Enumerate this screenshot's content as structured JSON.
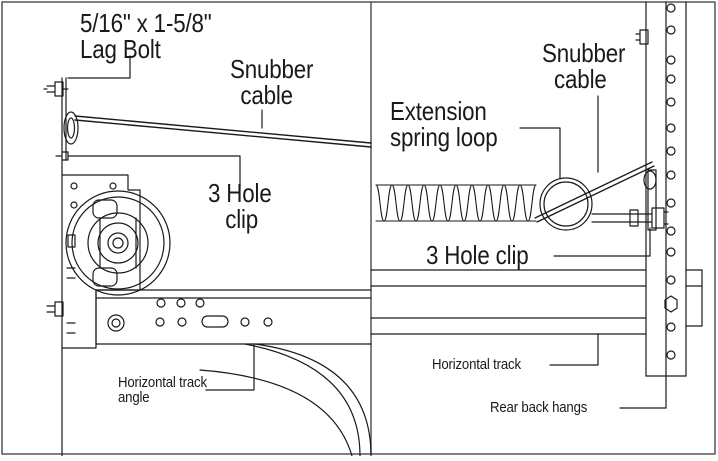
{
  "left_panel": {
    "lag_bolt_label": [
      "5/16\" x 1-5/8\"",
      "Lag Bolt"
    ],
    "snubber_cable_label": [
      "Snubber",
      "cable"
    ],
    "three_hole_clip_label": [
      "3 Hole",
      "clip"
    ],
    "horizontal_track_angle_label": [
      "Horizontal track",
      "angle"
    ]
  },
  "right_panel": {
    "snubber_cable_label": [
      "Snubber",
      "cable"
    ],
    "extension_spring_loop_label": [
      "Extension",
      "spring loop"
    ],
    "three_hole_clip_label": "3 Hole clip",
    "horizontal_track_label": "Horizontal track",
    "rear_back_hangs_label": "Rear back hangs"
  },
  "colors": {
    "line": "#1a1a1a",
    "background": "#ffffff",
    "frame": "#555555"
  }
}
